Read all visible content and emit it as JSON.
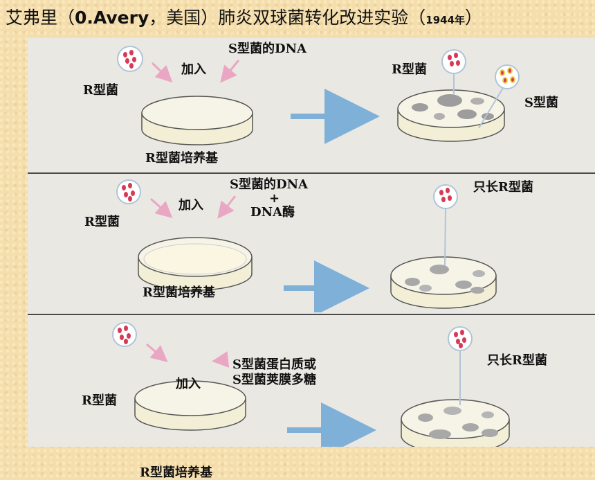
{
  "title": {
    "prefix": "艾弗里（",
    "name": "0.Avery",
    "middle": "，美国）肺炎双球菌转化改进实验（",
    "year": "1944年",
    "suffix": "）"
  },
  "panels": [
    {
      "left_bacteria_label": "R型菌",
      "added_label": "加入",
      "added_substance": "S型菌的DNA",
      "medium_label": "R型菌培养基",
      "result_labels": [
        "R型菌",
        "S型菌"
      ]
    },
    {
      "left_bacteria_label": "R型菌",
      "added_label": "加入",
      "added_substance_line1": "S型菌的DNA",
      "added_substance_line2": "+",
      "added_substance_line3": "DNA酶",
      "medium_label": "R型菌培养基",
      "result_label": "只长R型菌"
    },
    {
      "left_bacteria_label": "R型菌",
      "added_label": "加入",
      "added_substance_line1": "S型菌蛋白质或",
      "added_substance_line2": "S型菌荚膜多糖",
      "medium_label": "R型菌培养基",
      "result_label": "只长R型菌"
    }
  ],
  "colors": {
    "background": "#f5deae",
    "figure_bg": "#e9e8e3",
    "dish_fill": "#f3efd6",
    "arrow": "#7fb0d8",
    "pink_arrow": "#e9a7c4",
    "bacteria": "#d83a55",
    "capsule": "#f2d34b"
  }
}
